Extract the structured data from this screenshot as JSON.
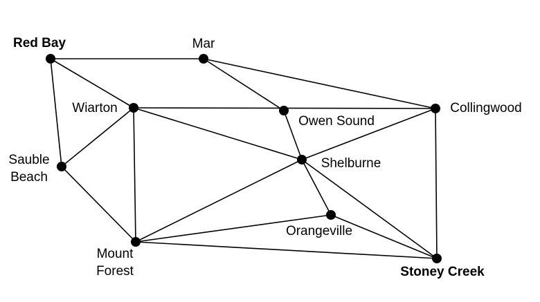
{
  "nodes": [
    {
      "id": "red_bay",
      "lines": [
        "Red Bay"
      ],
      "bold": true
    },
    {
      "id": "mar",
      "lines": [
        "Mar"
      ],
      "bold": false
    },
    {
      "id": "wiarton",
      "lines": [
        "Wiarton"
      ],
      "bold": false
    },
    {
      "id": "owen_sound",
      "lines": [
        "Owen Sound"
      ],
      "bold": false
    },
    {
      "id": "collingwood",
      "lines": [
        "Collingwood"
      ],
      "bold": false
    },
    {
      "id": "sauble_beach",
      "lines": [
        "Sauble",
        "Beach"
      ],
      "bold": false
    },
    {
      "id": "shelburne",
      "lines": [
        "Shelburne"
      ],
      "bold": false
    },
    {
      "id": "orangeville",
      "lines": [
        "Orangeville"
      ],
      "bold": false
    },
    {
      "id": "mount_forest",
      "lines": [
        "Mount",
        "Forest"
      ],
      "bold": false
    },
    {
      "id": "stoney_creek",
      "lines": [
        "Stoney Creek"
      ],
      "bold": true
    }
  ],
  "edges": [
    [
      "red_bay",
      "mar"
    ],
    [
      "red_bay",
      "wiarton"
    ],
    [
      "red_bay",
      "sauble_beach"
    ],
    [
      "mar",
      "owen_sound"
    ],
    [
      "mar",
      "collingwood"
    ],
    [
      "wiarton",
      "collingwood"
    ],
    [
      "wiarton",
      "sauble_beach"
    ],
    [
      "wiarton",
      "mount_forest"
    ],
    [
      "wiarton",
      "shelburne"
    ],
    [
      "owen_sound",
      "shelburne"
    ],
    [
      "collingwood",
      "shelburne"
    ],
    [
      "collingwood",
      "stoney_creek"
    ],
    [
      "sauble_beach",
      "mount_forest"
    ],
    [
      "shelburne",
      "mount_forest"
    ],
    [
      "shelburne",
      "orangeville"
    ],
    [
      "shelburne",
      "stoney_creek"
    ],
    [
      "orangeville",
      "mount_forest"
    ],
    [
      "orangeville",
      "stoney_creek"
    ],
    [
      "mount_forest",
      "stoney_creek"
    ]
  ]
}
